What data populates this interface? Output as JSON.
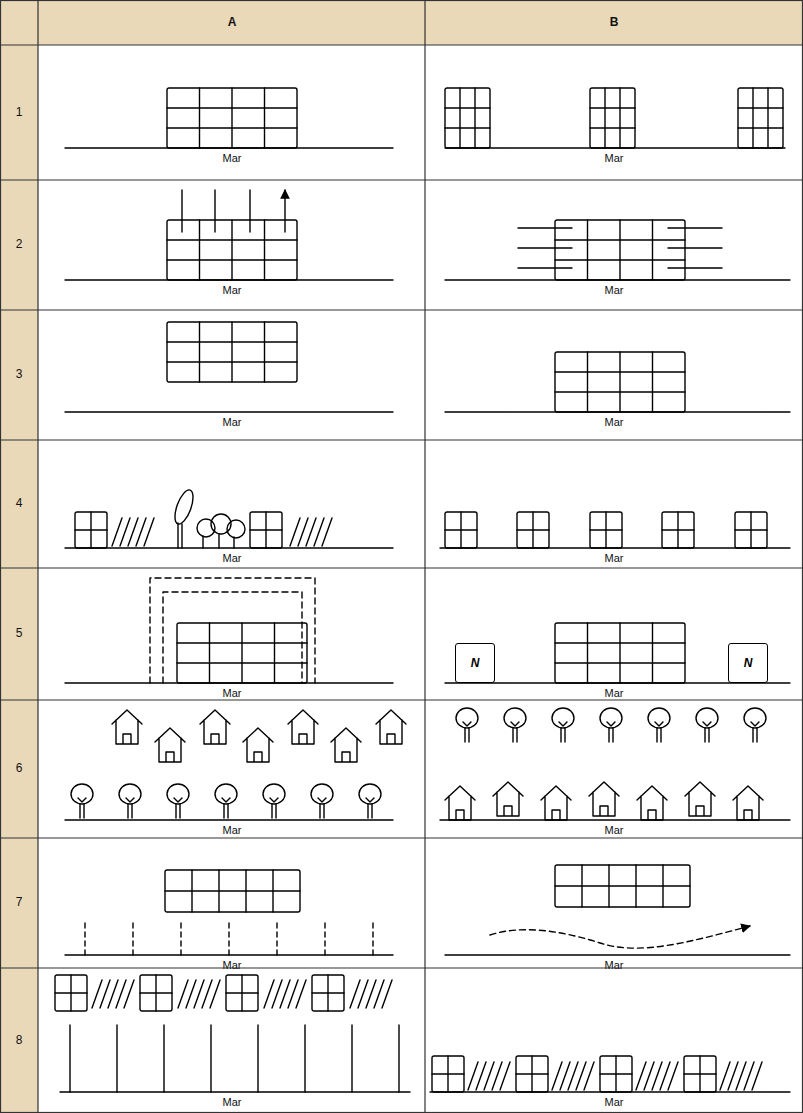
{
  "diagram": {
    "nodes": [
      {
        "text": [
          "N"
        ]
      },
      {
        "text": [
          "N"
        ]
      }
    ],
    "labels": [
      "A",
      "B",
      "1",
      "Mar",
      "Mar",
      "2",
      "Mar",
      "Mar",
      "3",
      "Mar",
      "Mar",
      "4",
      "Mar",
      "Mar",
      "5",
      "Mar",
      "Mar",
      "6",
      "Mar",
      "Mar",
      "7",
      "Mar",
      "Mar",
      "8",
      "Mar",
      "Mar"
    ]
  }
}
